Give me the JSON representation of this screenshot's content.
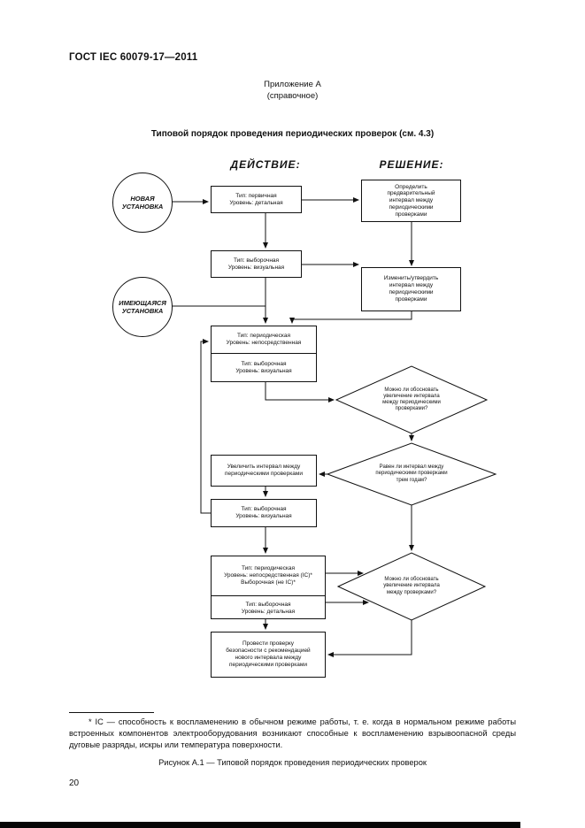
{
  "document": {
    "header": "ГОСТ IEC 60079-17—2011",
    "annex_title": "Приложение А",
    "annex_subtitle": "(справочное)",
    "figure_title": "Типовой порядок проведения периодических проверок (см. 4.3)",
    "footnote": "* IC — способность к воспламенению в обычном режиме работы, т. е. когда в нормальном режиме работы встроенных компонентов электрооборудования возникают способные к воспламенению взрывоопасной среды дуговые разряды, искры или температура поверхности.",
    "figure_caption": "Рисунок А.1 — Типовой порядок проведения периодических проверок",
    "page_number": "20"
  },
  "flowchart": {
    "action_header": "ДЕЙСТВИЕ:",
    "decision_header": "РЕШЕНИЕ:",
    "nodes": {
      "new_installation": "НОВАЯ\nУСТАНОВКА",
      "existing_installation": "ИМЕЮЩАЯСЯ\nУСТАНОВКА",
      "initial_detailed": "Тип: первичная\nУровень: детальная",
      "determine_interval": "Определить\nпредварительный\nинтервал между\nпериодическими\nпроверками",
      "sample_visual_1": "Тип: выборочная\nУровень: визуальная",
      "modify_confirm_interval": "Изменить/утвердить\nинтервал между\nпериодическими\nпроверками",
      "periodic_close": "Тип: периодическая\nУровень: непосредственная",
      "sample_visual_2": "Тип: выборочная\nУровень: визуальная",
      "justify_increase_1": "Можно ли обосновать\nувеличение интервала\nмежду периодическими\nпроверками?",
      "interval_three_years": "Равен ли интервал между\nпериодическими проверками\nтрем годам?",
      "increase_interval": "Увеличить интервал между\nпериодическими проверками",
      "sample_visual_3": "Тип: выборочная\nУровень: визуальная",
      "periodic_close_ic": "Тип: периодическая\nУровень: непосредственная (IC)*\nВыборочная (не IC)*",
      "sample_detailed": "Тип: выборочная\nУровень: детальная",
      "justify_increase_2": "Можно ли обосновать\nувеличение интервала\nмежду проверками?",
      "safety_audit": "Провести проверку\nбезопасности с рекомендацией\nнового интервала между\nпериодическими проверками"
    }
  }
}
